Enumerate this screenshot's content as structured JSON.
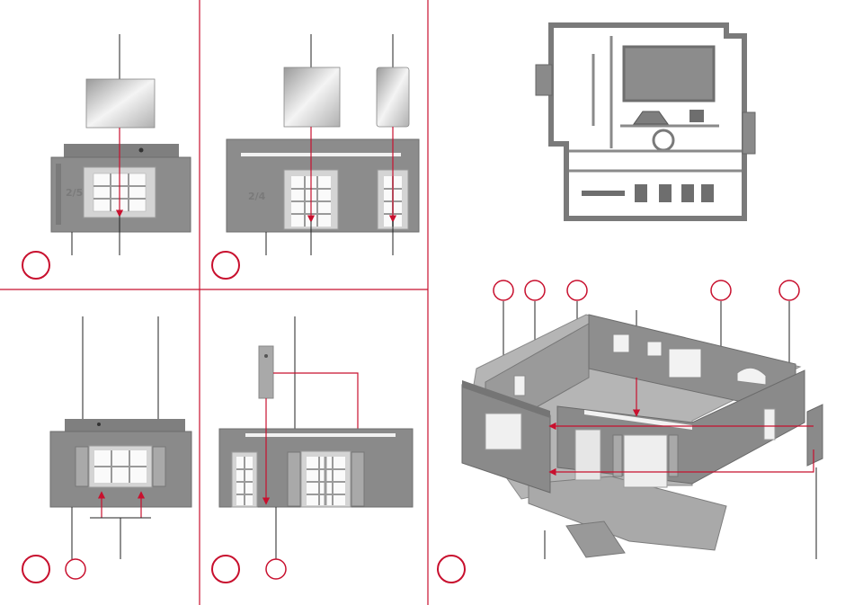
{
  "colors": {
    "guide_red": "#c8102e",
    "part_grey": "#8a8a8a",
    "part_dark": "#6e6e6e",
    "part_light": "#a9a9a9",
    "window_light": "#f2f2f2",
    "line_black": "#222222"
  },
  "part_labels": {
    "wall_left": "2/5",
    "wall_right": "2/4"
  },
  "step_markers": [
    {
      "id": "step-1",
      "panel": "top-left"
    },
    {
      "id": "step-2",
      "panel": "top-middle"
    },
    {
      "id": "step-3",
      "panel": "bottom-left"
    },
    {
      "id": "step-4",
      "panel": "bottom-middle"
    },
    {
      "id": "step-5",
      "panel": "right-assembly"
    }
  ]
}
